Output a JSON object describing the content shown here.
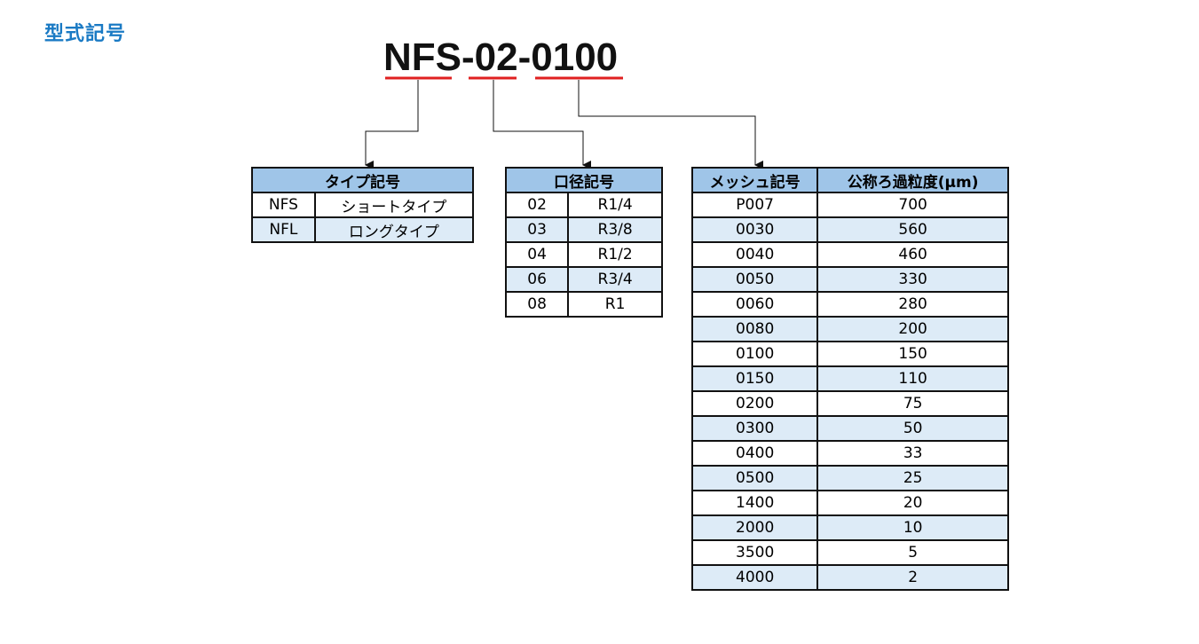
{
  "heading": "型式記号",
  "model_code": {
    "type_part": "NFS",
    "sep1": "-",
    "port_part": "02",
    "sep2": "-",
    "mesh_part": "0100"
  },
  "type_table": {
    "header": "タイプ記号",
    "rows": [
      {
        "code": "NFS",
        "name": "ショートタイプ"
      },
      {
        "code": "NFL",
        "name": "ロングタイプ"
      }
    ]
  },
  "port_table": {
    "header": "口径記号",
    "rows": [
      {
        "code": "02",
        "size": "R1/4"
      },
      {
        "code": "03",
        "size": "R3/8"
      },
      {
        "code": "04",
        "size": "R1/2"
      },
      {
        "code": "06",
        "size": "R3/4"
      },
      {
        "code": "08",
        "size": "R1"
      }
    ]
  },
  "mesh_table": {
    "header_code": "メッシュ記号",
    "header_rating": "公称ろ過粒度(μm)",
    "rows": [
      {
        "code": "P007",
        "rating": "700"
      },
      {
        "code": "0030",
        "rating": "560"
      },
      {
        "code": "0040",
        "rating": "460"
      },
      {
        "code": "0050",
        "rating": "330"
      },
      {
        "code": "0060",
        "rating": "280"
      },
      {
        "code": "0080",
        "rating": "200"
      },
      {
        "code": "0100",
        "rating": "150"
      },
      {
        "code": "0150",
        "rating": "110"
      },
      {
        "code": "0200",
        "rating": "75"
      },
      {
        "code": "0300",
        "rating": "50"
      },
      {
        "code": "0400",
        "rating": "33"
      },
      {
        "code": "0500",
        "rating": "25"
      },
      {
        "code": "1400",
        "rating": "20"
      },
      {
        "code": "2000",
        "rating": "10"
      },
      {
        "code": "3500",
        "rating": "5"
      },
      {
        "code": "4000",
        "rating": "2"
      }
    ]
  },
  "colors": {
    "heading": "#1a7ac4",
    "underline": "#e02020",
    "table_header": "#9fc5e8",
    "row_alt": "#ddebf7"
  }
}
